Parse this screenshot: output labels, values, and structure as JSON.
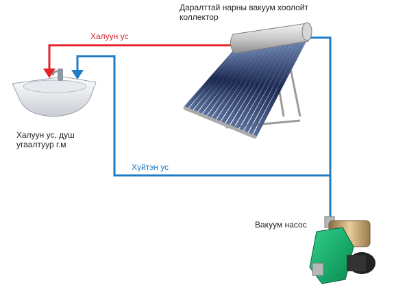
{
  "labels": {
    "collector_title": "Даралттай нарны вакуум хоолойт коллектор",
    "hot_water_line": "Халуун ус",
    "cold_water_line": "Хүйтэн ус",
    "sink_caption": "Халуун ус, душ угаалтуур г.м",
    "pump_caption": "Вакуум насос"
  },
  "colors": {
    "hot_pipe": "#e5222a",
    "cold_pipe": "#1f7bc4"
  },
  "icons": {
    "collector": "solar-vacuum-tube-collector-icon",
    "sink": "wash-basin-icon",
    "pump": "vacuum-pump-icon"
  }
}
